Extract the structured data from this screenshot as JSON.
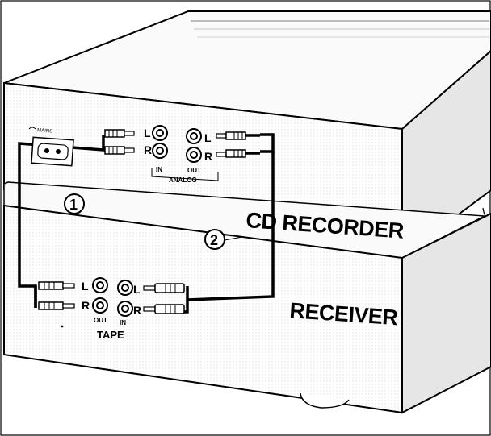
{
  "cd_recorder": {
    "label": "CD RECORDER",
    "mains_label": "MAINS",
    "in_left": "L",
    "in_right": "R",
    "out_left": "L",
    "out_right": "R",
    "in_label": "IN",
    "out_label": "OUT",
    "analog_label": "ANALOG"
  },
  "receiver": {
    "label": "RECEIVER",
    "out_left": "L",
    "out_right": "R",
    "in_left": "L",
    "in_right": "R",
    "out_label": "OUT",
    "in_label": "IN",
    "tape_label": "TAPE"
  },
  "callouts": [
    "1",
    "2"
  ]
}
